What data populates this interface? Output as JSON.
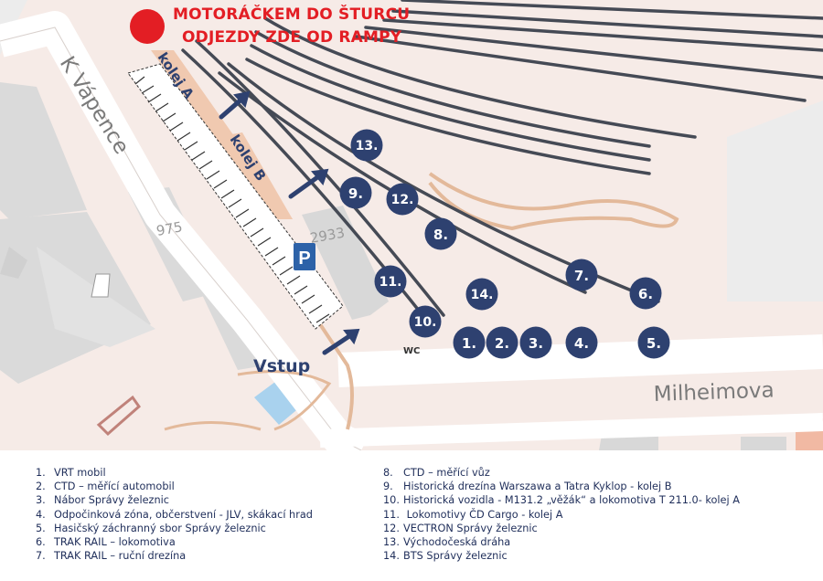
{
  "header": {
    "line1": "MOTORÁČKEM DO ŠTURCU",
    "line2": "ODJEZDY ZDE OD RAMPY",
    "marker_color": "#e31e24"
  },
  "map_labels": {
    "street_k_vapence": "K Vápence",
    "street_milheimova": "Milheimova",
    "house_975": "975",
    "house_2933": "2933",
    "kolej_a": "kolej A",
    "kolej_b": "kolej B",
    "vstup": "Vstup",
    "wc": "WC",
    "parking": "P"
  },
  "stops": [
    "1.",
    "2.",
    "3.",
    "4.",
    "5.",
    "6.",
    "7.",
    "8.",
    "9.",
    "10.",
    "11.",
    "12.",
    "13.",
    "14."
  ],
  "legend": {
    "numbers": [
      "1.",
      "2.",
      "3.",
      "4.",
      "5.",
      "6.",
      "7.",
      "8.",
      "9.",
      "10.",
      "11.",
      "12.",
      "13.",
      "14."
    ],
    "items": [
      "VRT mobil",
      "CTD – měřící automobil",
      "Nábor Správy železnic",
      "Odpočinková zóna, občerstvení - JLV, skákací hrad",
      "Hasičský záchranný sbor Správy železnic",
      "TRAK RAIL – lokomotiva",
      "TRAK RAIL – ruční drezína",
      "CTD – měřící vůz",
      "Historická drezína Warszawa a Tatra Kyklop - kolej B",
      "Historická vozidla - M131.2 „věžák“ a lokomotiva T 211.0- kolej A",
      " Lokomotivy ČD Cargo - kolej A",
      "VECTRON Správy železnic",
      "Východočeská dráha",
      "BTS Správy železnic"
    ]
  },
  "colors": {
    "navy": "#2e4170",
    "red": "#e31e24",
    "rail": "#454a55",
    "parking_blue": "#2d62a8",
    "water": "#a9d2ee",
    "map_bg": "#f6ebe7"
  }
}
